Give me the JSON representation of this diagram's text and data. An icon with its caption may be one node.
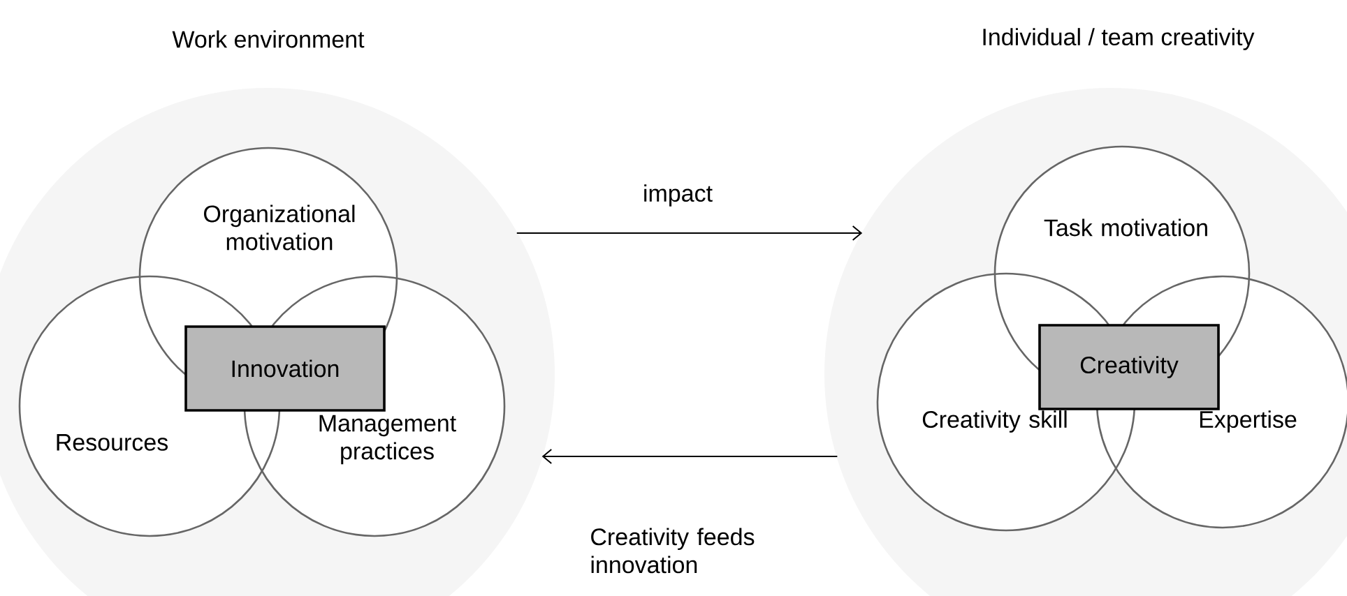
{
  "diagram": {
    "nodes": [
      {
        "text": [
          "Work environment"
        ]
      },
      {
        "text": [
          "Organizational motivation"
        ],
        "in": 0
      },
      {
        "text": [
          "Resources"
        ],
        "in": 0
      },
      {
        "text": [
          "Management practices"
        ],
        "in": 0
      },
      {
        "text": [
          "Innovation"
        ],
        "in": 0
      },
      {
        "text": [
          "Individual / team creativity"
        ]
      },
      {
        "text": [
          "Task motivation"
        ],
        "in": 5
      },
      {
        "text": [
          "Creativity skill"
        ],
        "in": 5
      },
      {
        "text": [
          "Expertise"
        ],
        "in": 5
      },
      {
        "text": [
          "Creativity"
        ],
        "in": 5
      }
    ],
    "edges": [
      {
        "from": 0,
        "to": 5,
        "arrow": "to",
        "label": "impact"
      },
      {
        "from": 5,
        "to": 0,
        "arrow": "to",
        "label": "Creativity feeds innovation"
      }
    ]
  }
}
